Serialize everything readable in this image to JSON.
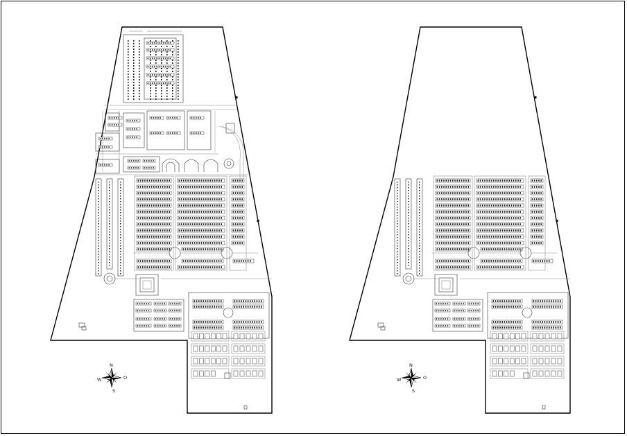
{
  "figure": {
    "panels": [
      {
        "id": "left",
        "variant": "full-plan"
      },
      {
        "id": "right",
        "variant": "lower-sections-only"
      }
    ],
    "compass": {
      "north": "N",
      "east": "O",
      "south": "S",
      "west": "W"
    }
  }
}
